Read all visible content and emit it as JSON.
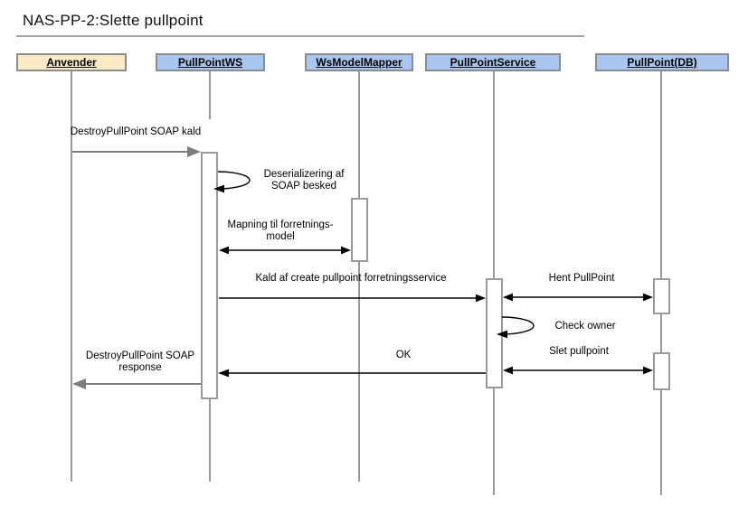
{
  "diagram": {
    "title": "NAS-PP-2:Slette pullpoint",
    "type": "uml-sequence-diagram"
  },
  "colors": {
    "actor_header_fill": "#FAEAC6",
    "object_header_fill": "#A8C6EF",
    "header_border": "#8C8C8C",
    "lifeline_gray": "#9A9A9A",
    "async_arrow_gray": "#7D7D7D",
    "sync_arrow_black": "#000000",
    "activation_fill": "#FFFFFF"
  },
  "lifelines": [
    {
      "id": "anvender",
      "label": "Anvender",
      "kind": "actor"
    },
    {
      "id": "pullpointws",
      "label": "PullPointWS",
      "kind": "object"
    },
    {
      "id": "wsmodelmapper",
      "label": "WsModelMapper",
      "kind": "object"
    },
    {
      "id": "pullpointservice",
      "label": "PullPointService",
      "kind": "object"
    },
    {
      "id": "pullpointdb",
      "label": "PullPoint(DB)",
      "kind": "object"
    }
  ],
  "messages": [
    {
      "label": "DestroyPullPoint SOAP kald",
      "from": "Anvender",
      "to": "PullPointWS",
      "kind": "call",
      "style": "gray-solid"
    },
    {
      "label": "Deserializering af\nSOAP besked",
      "from": "PullPointWS",
      "to": "PullPointWS",
      "kind": "self",
      "style": "black-thin"
    },
    {
      "label": "Mapning til forretnings-\nmodel",
      "from": "PullPointWS",
      "to": "WsModelMapper",
      "kind": "bidirectional",
      "style": "black-thin"
    },
    {
      "label": "Kald af create pullpoint forretningsservice",
      "from": "PullPointWS",
      "to": "PullPointService",
      "kind": "call",
      "style": "black-thin"
    },
    {
      "label": "Hent PullPoint",
      "from": "PullPointService",
      "to": "PullPoint(DB)",
      "kind": "bidirectional",
      "style": "black-thin"
    },
    {
      "label": "Check owner",
      "from": "PullPointService",
      "to": "PullPointService",
      "kind": "self",
      "style": "black-thin"
    },
    {
      "label": "Slet pullpoint",
      "from": "PullPointService",
      "to": "PullPoint(DB)",
      "kind": "bidirectional",
      "style": "black-thin"
    },
    {
      "label": "OK",
      "from": "PullPointService",
      "to": "PullPointWS",
      "kind": "return",
      "style": "black-thin"
    },
    {
      "label": "DestroyPullPoint SOAP\nresponse",
      "from": "PullPointWS",
      "to": "Anvender",
      "kind": "return",
      "style": "gray-solid"
    }
  ]
}
